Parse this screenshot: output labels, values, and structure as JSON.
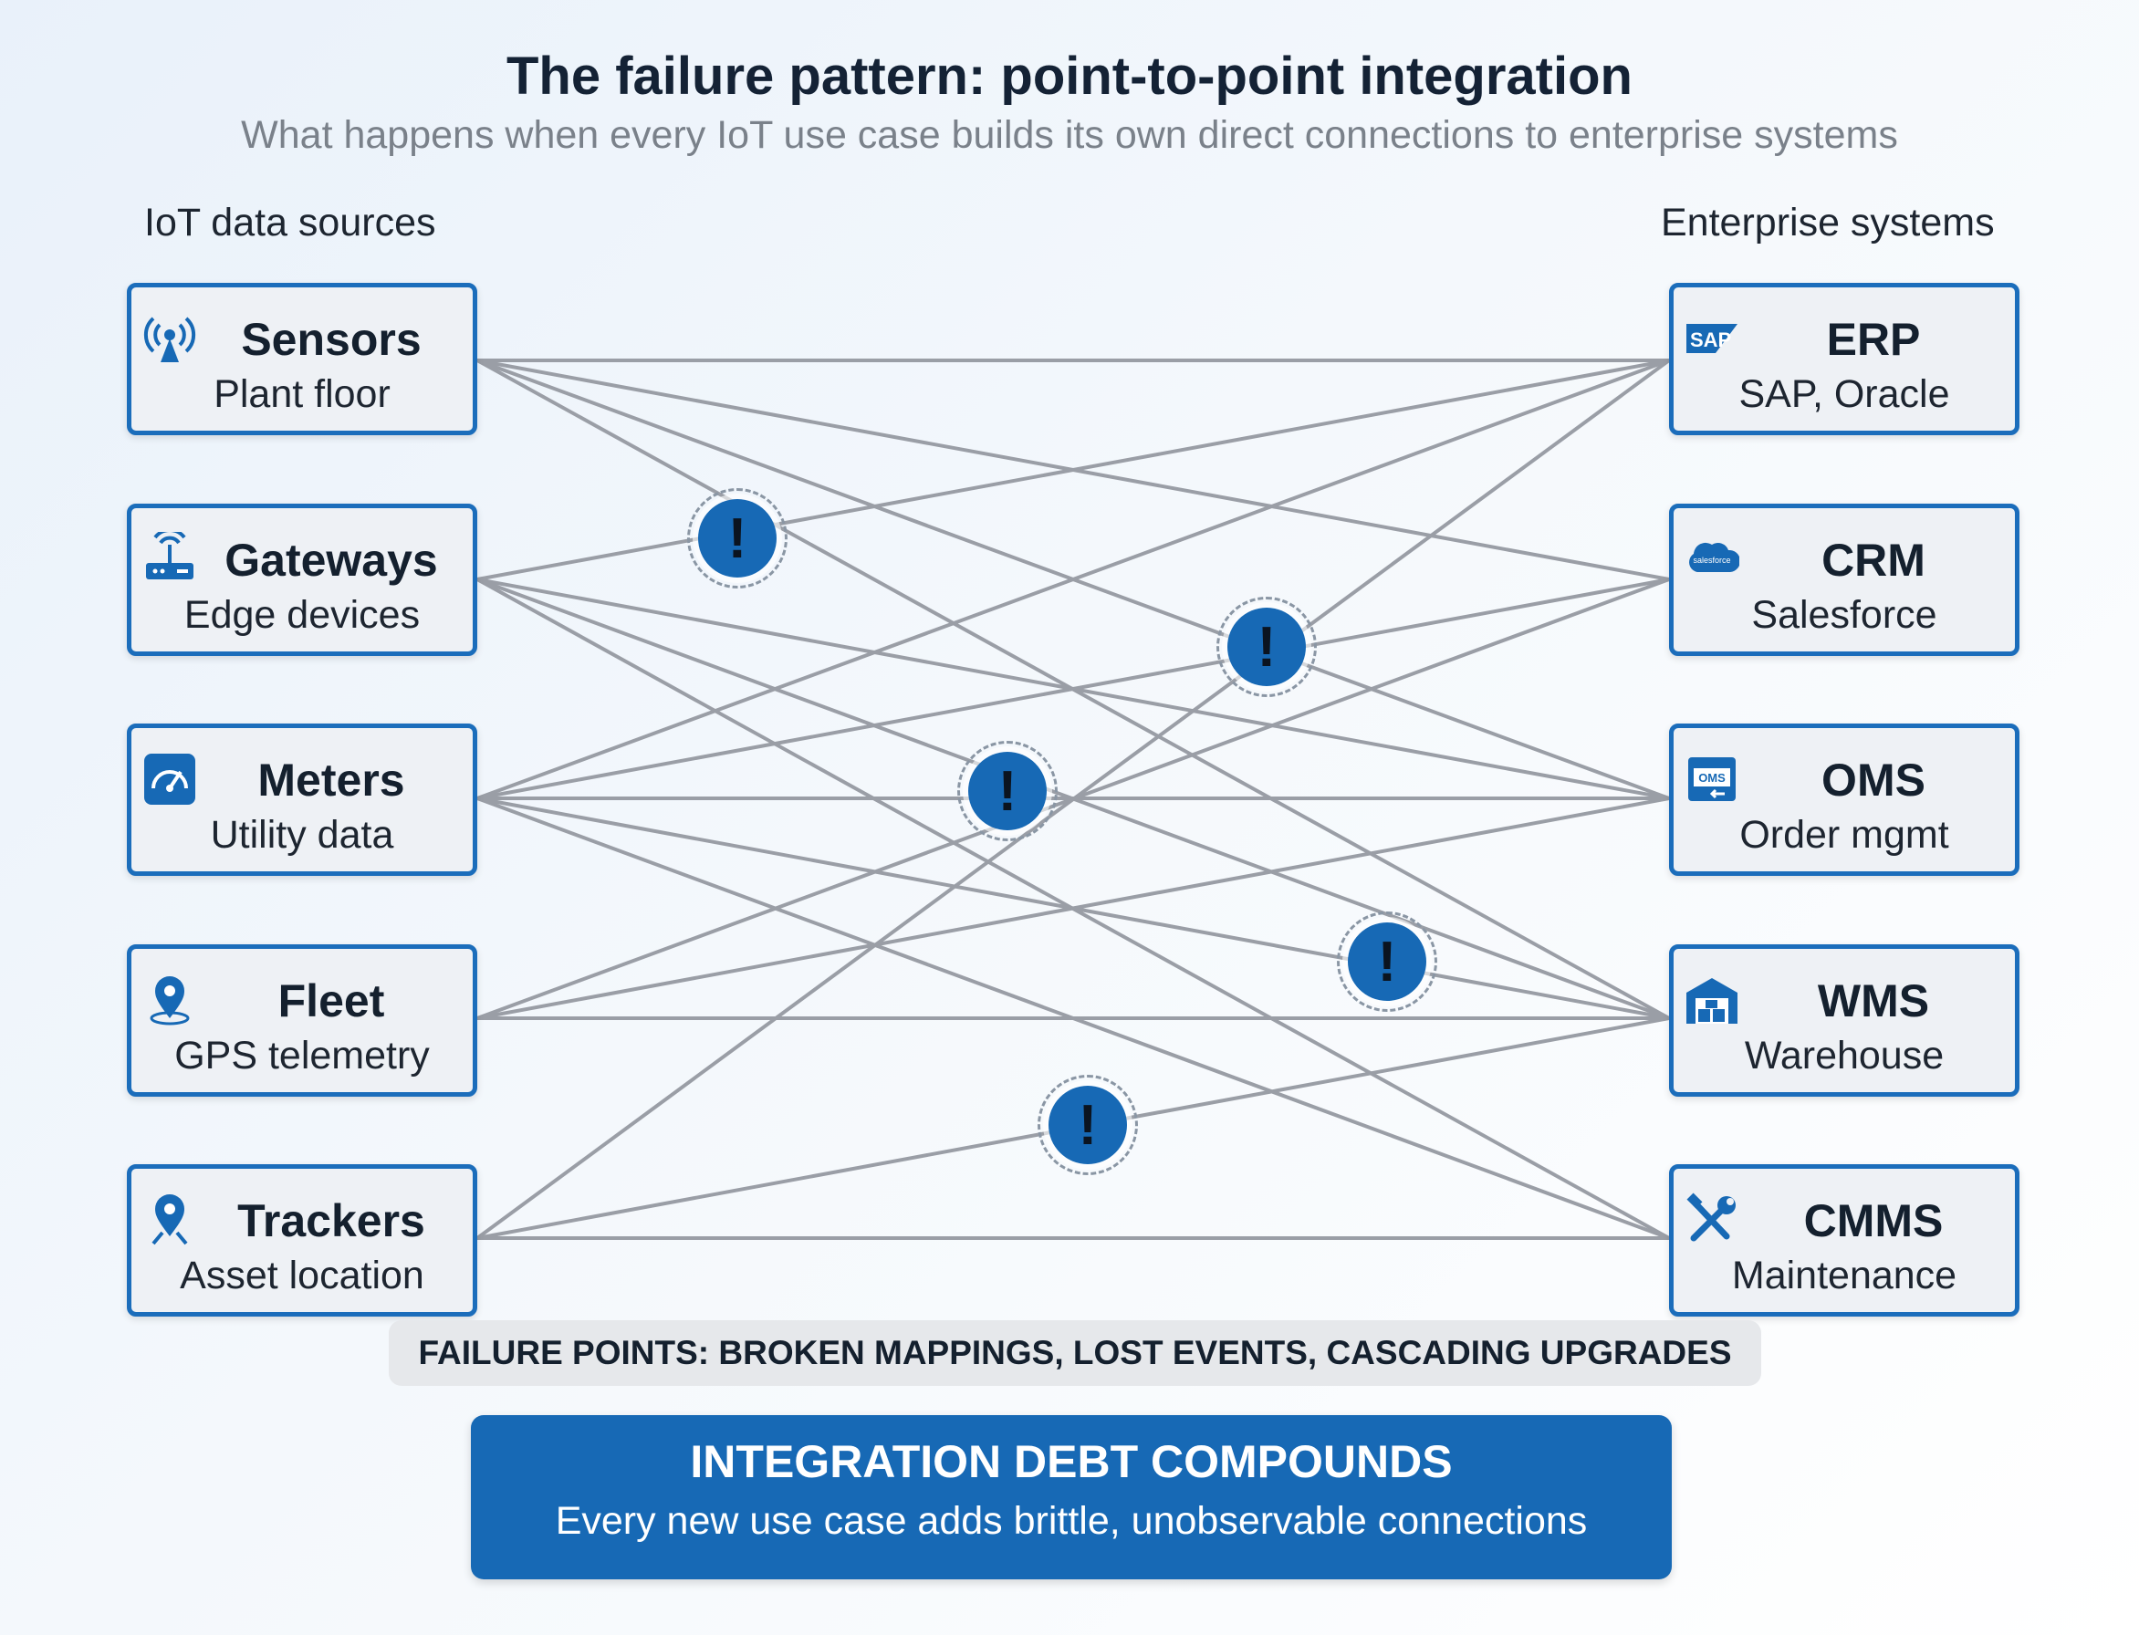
{
  "title": "The failure pattern: point-to-point integration",
  "subtitle": "What happens when every IoT use case builds its own direct connections to enterprise systems",
  "left_heading": "IoT data sources",
  "right_heading": "Enterprise systems",
  "sources": [
    {
      "name": "Sensors",
      "sub": "Plant floor",
      "icon": "sensor-antenna-icon"
    },
    {
      "name": "Gateways",
      "sub": "Edge devices",
      "icon": "router-icon"
    },
    {
      "name": "Meters",
      "sub": "Utility data",
      "icon": "gauge-icon"
    },
    {
      "name": "Fleet",
      "sub": "GPS telemetry",
      "icon": "location-pin-icon"
    },
    {
      "name": "Trackers",
      "sub": "Asset location",
      "icon": "location-pin-icon"
    }
  ],
  "systems": [
    {
      "name": "ERP",
      "sub": "SAP, Oracle",
      "icon": "sap-logo-icon",
      "logo_text": "SAP"
    },
    {
      "name": "CRM",
      "sub": "Salesforce",
      "icon": "salesforce-cloud-icon",
      "logo_text": "salesforce"
    },
    {
      "name": "OMS",
      "sub": "Order mgmt",
      "icon": "oms-window-icon",
      "logo_text": "OMS"
    },
    {
      "name": "WMS",
      "sub": "Warehouse",
      "icon": "warehouse-icon"
    },
    {
      "name": "CMMS",
      "sub": "Maintenance",
      "icon": "wrench-screwdriver-icon"
    }
  ],
  "connections": [
    [
      0,
      0
    ],
    [
      0,
      1
    ],
    [
      0,
      2
    ],
    [
      0,
      3
    ],
    [
      1,
      0
    ],
    [
      1,
      2
    ],
    [
      1,
      3
    ],
    [
      1,
      4
    ],
    [
      2,
      0
    ],
    [
      2,
      1
    ],
    [
      2,
      2
    ],
    [
      2,
      3
    ],
    [
      2,
      4
    ],
    [
      3,
      1
    ],
    [
      3,
      2
    ],
    [
      3,
      3
    ],
    [
      4,
      0
    ],
    [
      4,
      3
    ],
    [
      4,
      4
    ]
  ],
  "alert_glyph": "!",
  "failure_points": "FAILURE POINTS: BROKEN MAPPINGS, LOST EVENTS, CASCADING UPGRADES",
  "debt_title": "INTEGRATION DEBT COMPOUNDS",
  "debt_subtitle": "Every new use case adds brittle, unobservable connections",
  "colors": {
    "accent": "#1769b5",
    "line": "#9a9ea6",
    "text": "#14202e"
  }
}
